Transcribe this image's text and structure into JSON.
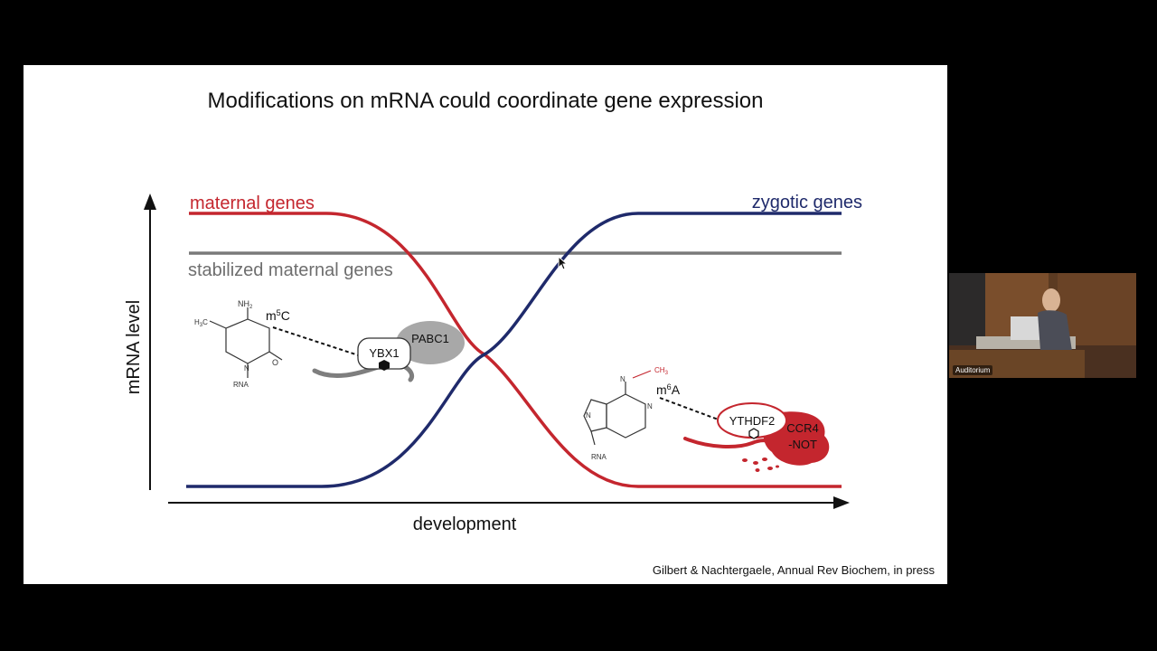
{
  "slide": {
    "title": "Modifications on mRNA could coordinate gene expression",
    "citation": "Gilbert & Nachtergaele, Annual Rev Biochem, in press"
  },
  "diagram": {
    "curves": [
      {
        "label": "maternal genes",
        "color": "#c4262e"
      },
      {
        "label": "zygotic genes",
        "color": "#1f2a6b"
      },
      {
        "label": "stabilized maternal genes",
        "color": "#7a7a7a"
      }
    ],
    "y_axis_label": "mRNA level",
    "x_axis_label": "development",
    "left_molecule": {
      "modification": "m5C",
      "mod_base": "m",
      "mod_sup": "5",
      "mod_tail": "C",
      "nh2": "NH",
      "nh2_sub": "2",
      "o": "O",
      "n": "N",
      "rna": "RNA",
      "reader": "YBX1",
      "partner": "PABC1"
    },
    "right_molecule": {
      "modification": "m6A",
      "mod_base": "m",
      "mod_sup": "6",
      "mod_tail": "A",
      "ch3": "CH",
      "ch3_sub": "3",
      "n": "N",
      "rna": "RNA",
      "reader": "YTHDF2",
      "partner_line1": "CCR4",
      "partner_line2": "-NOT"
    }
  },
  "video": {
    "tag": "Auditorium"
  },
  "colors": {
    "maternal": "#c4262e",
    "zygotic": "#1f2a6b",
    "stabilized": "#7a7a7a",
    "background": "#000000",
    "slide": "#ffffff"
  }
}
